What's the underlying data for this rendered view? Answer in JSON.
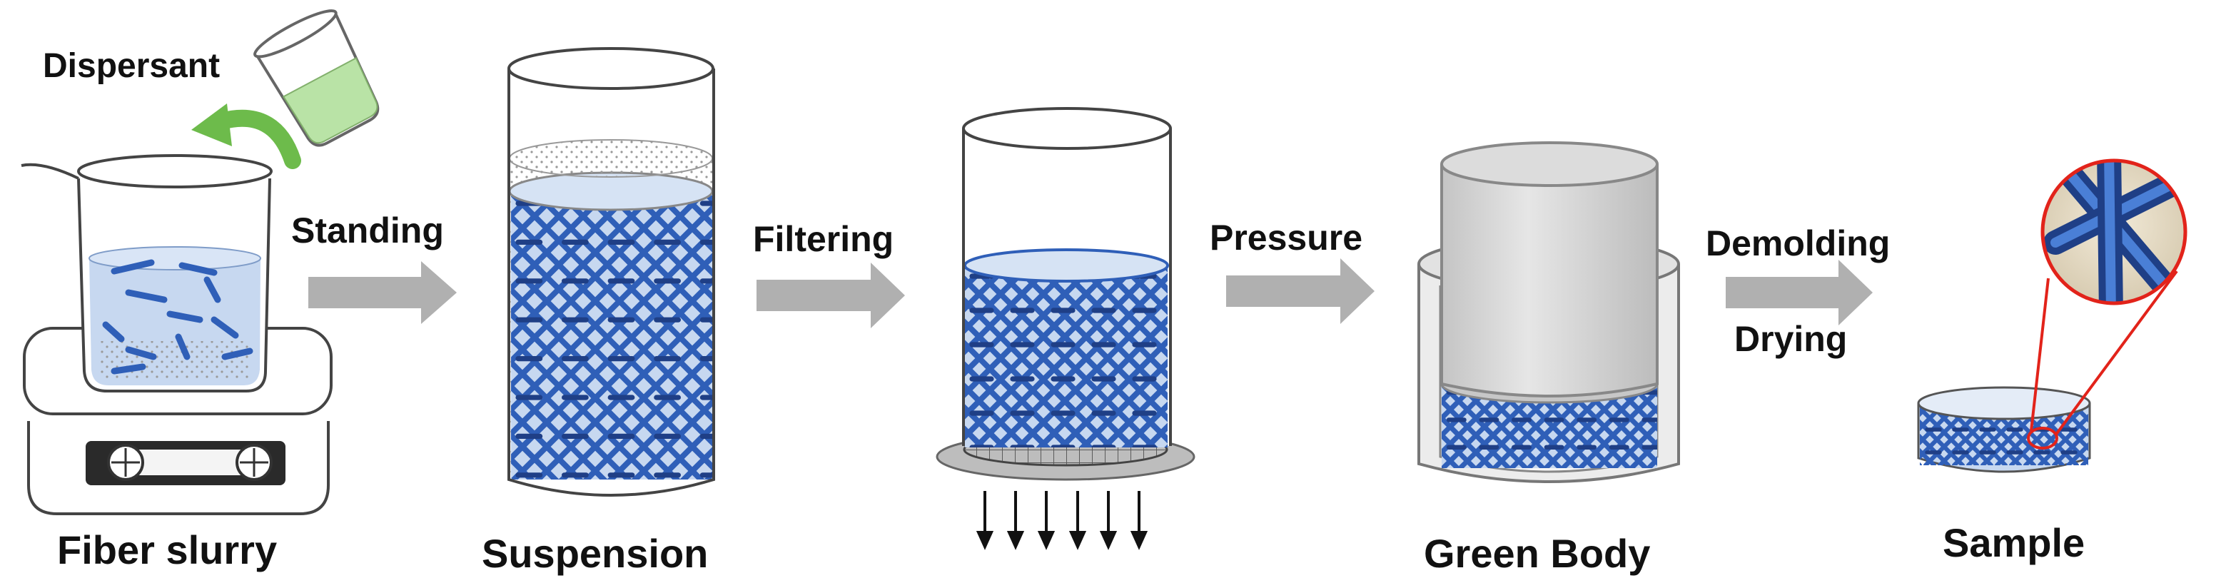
{
  "labels": {
    "dispersant": "Dispersant",
    "fiber_slurry": "Fiber slurry",
    "standing": "Standing",
    "suspension": "Suspension",
    "filtering": "Filtering",
    "pressure": "Pressure",
    "green_body": "Green Body",
    "demolding": "Demolding",
    "drying": "Drying",
    "sample": "Sample"
  },
  "icons": {
    "beaker": "beaker-icon",
    "dispersant_beaker": "small-beaker-icon",
    "stirrer": "hotplate-stirrer-icon",
    "pour_arrow": "curved-green-arrow-icon",
    "cylinder": "cylinder-icon",
    "filter": "filter-plate-icon",
    "drain_arrows": "down-arrow-icons",
    "press": "press-mold-icon",
    "sample_disc": "sample-disc-icon",
    "magnifier": "magnified-fiber-icon",
    "process_arrow": "gray-arrow-icon"
  },
  "colors": {
    "fiber": "#2f5fb8",
    "fiber_dark": "#1f3f86",
    "liquid": "#c7d8f0",
    "green_liquid": "#b9e3a6",
    "green_arrow": "#6dbb4b",
    "process_arrow": "#b0b0b0",
    "magnifier_ring": "#e2231a",
    "mold_gray": "#d0d0d0"
  }
}
